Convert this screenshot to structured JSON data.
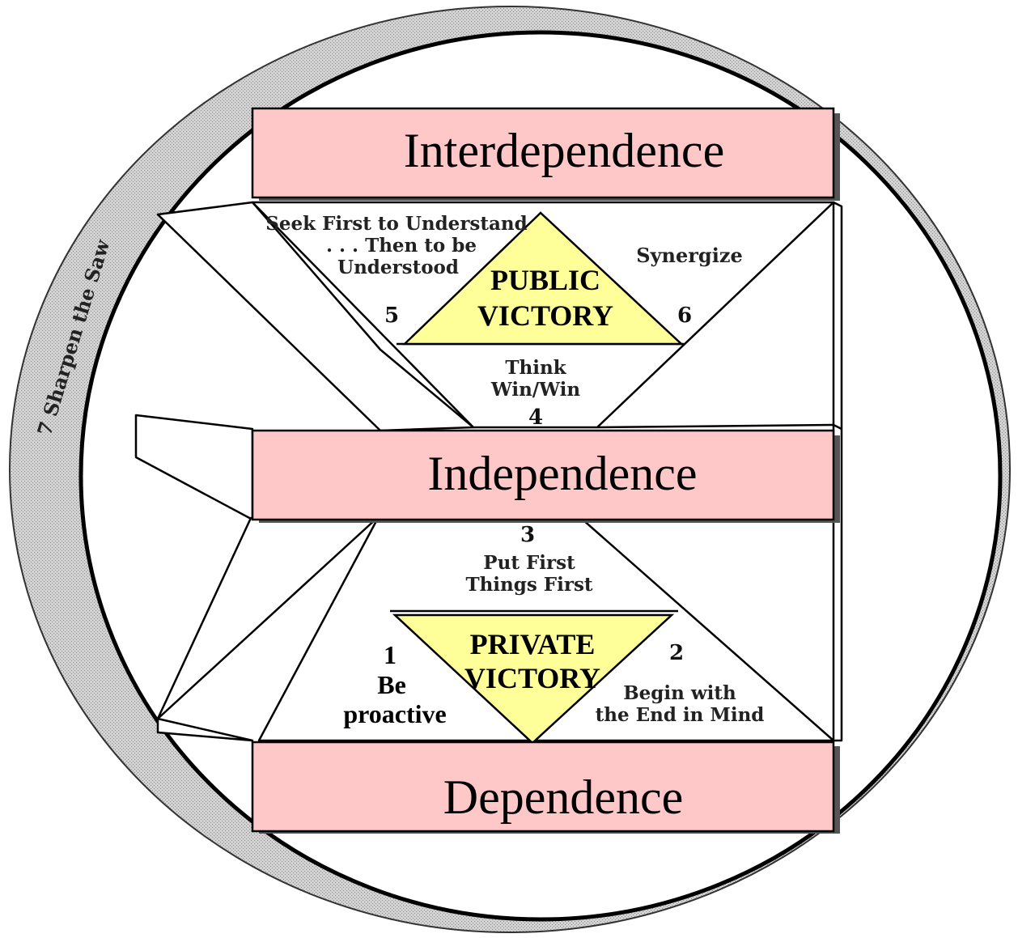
{
  "ring": {
    "saw_label": "7  Sharpen the Saw"
  },
  "levels": {
    "interdependence": "Interdependence",
    "independence": "Independence",
    "dependence": "Dependence"
  },
  "victories": {
    "public": {
      "line1": "PUBLIC",
      "line2": "VICTORY"
    },
    "private": {
      "line1": "PRIVATE",
      "line2": "VICTORY"
    }
  },
  "habits": {
    "h1": {
      "number": "1",
      "line1": "Be",
      "line2": "proactive"
    },
    "h2": {
      "number": "2",
      "line1": "Begin with",
      "line2": "the End in Mind"
    },
    "h3": {
      "number": "3",
      "line1": "Put First",
      "line2": "Things First"
    },
    "h4": {
      "number": "4",
      "line1": "Think",
      "line2": "Win/Win"
    },
    "h5": {
      "number": "5",
      "line1": "Seek First to Understand",
      "line2": ". . . Then to be",
      "line3": "Understood"
    },
    "h6": {
      "number": "6",
      "line1": "Synergize"
    }
  },
  "colors": {
    "band_fill": "#ffc8c8",
    "victory_fill": "#ffff99",
    "ring_shade": "#b8b8b8",
    "outline": "#000000"
  }
}
